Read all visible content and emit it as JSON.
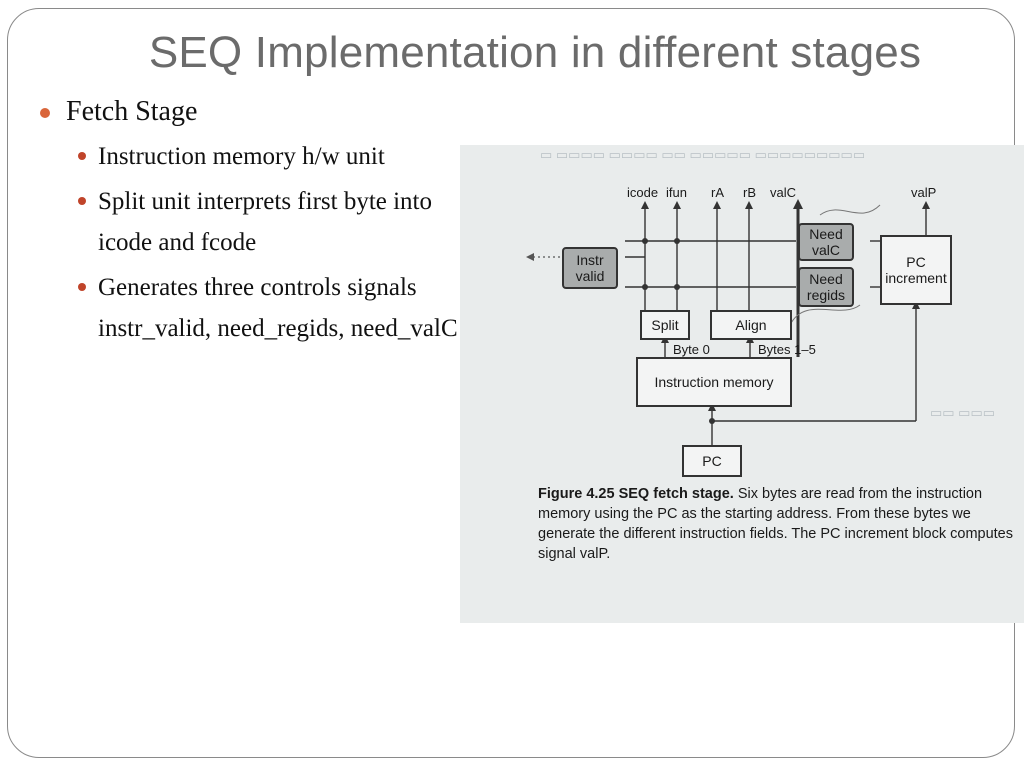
{
  "slide": {
    "title": "SEQ Implementation in different stages",
    "bullet1": "Fetch Stage",
    "subbullets": [
      "Instruction memory h/w unit",
      "Split unit interprets first byte into icode and fcode",
      "Generates three controls signals instr_valid, need_regids, need_valC"
    ]
  },
  "figure": {
    "labels": {
      "icode": "icode",
      "ifun": "ifun",
      "rA": "rA",
      "rB": "rB",
      "valC": "valC",
      "valP": "valP",
      "byte0": "Byte 0",
      "bytes15": "Bytes 1–5"
    },
    "boxes": {
      "instr_valid": "Instr valid",
      "need_valC": "Need valC",
      "need_regids": "Need regids",
      "pc_increment": "PC increment",
      "split": "Split",
      "align": "Align",
      "instruction_memory": "Instruction memory",
      "pc": "PC"
    },
    "caption_label": "Figure 4.25 SEQ fetch stage.",
    "caption_text": "Six bytes are read from the instruction memory using the PC as the starting address. From these bytes we generate the different instruction fields. The PC increment block computes signal valP."
  },
  "colors": {
    "title": "#6b6b6b",
    "bullet_l1": "#d9653a",
    "bullet_l2": "#c0442a"
  }
}
